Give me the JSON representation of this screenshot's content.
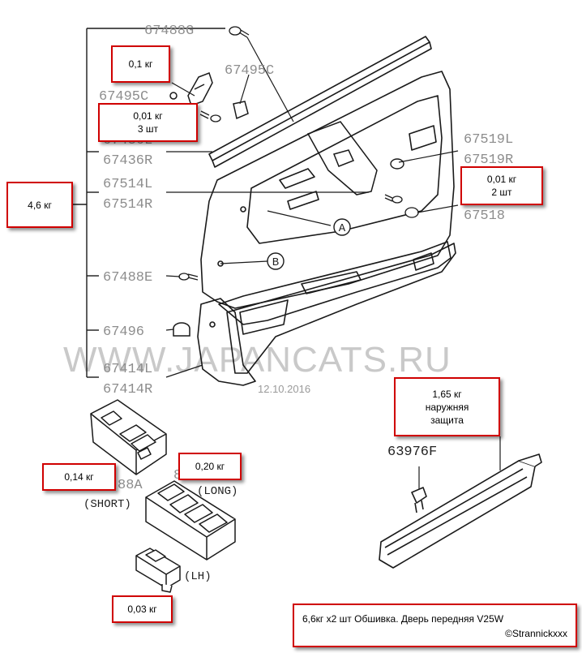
{
  "watermark": "WWW.JAPANCATS.RU",
  "date": "12.10.2016",
  "part_codes": {
    "p67488G": "67488G",
    "p67495C_r": "67495C",
    "p67495C_l": "67495C",
    "p67436L": "67436L",
    "p67436R": "67436R",
    "p67514L": "67514L",
    "p67514R": "67514R",
    "p67519L": "67519L",
    "p67519R": "67519R",
    "p67518": "67518",
    "p67488E": "67488E",
    "p67496": "67496",
    "p67414L": "67414L",
    "p67414R": "67414R",
    "p63976F": "63976F",
    "p8488A": "88A",
    "p8_long": "8"
  },
  "switch_labels": {
    "short": "(SHORT)",
    "long": "(LONG)",
    "lh": "(LH)"
  },
  "callouts": {
    "a": "A",
    "b": "B"
  },
  "weights": {
    "hinge_bracket": "0,1 кг",
    "clips_line1": "0,01 кг",
    "clips_line2": "3 шт",
    "main_panel": "4,6 кг",
    "caps_line1": "0,01 кг",
    "caps_line2": "2 шт",
    "molding_line1": "1,65 кг",
    "molding_line2": "наружняя",
    "molding_line3": "защита",
    "switch_short": "0,14 кг",
    "switch_long": "0,20 кг",
    "switch_lh": "0,03 кг"
  },
  "caption": {
    "line1": "6,6кг х2 шт Обшивка. Дверь   передняя V25W",
    "line2": "©Strannickxxx"
  },
  "colors": {
    "accent_box_border": "#d00000",
    "part_code_gray": "#8d8d8d",
    "line_art": "#1a1a1a"
  }
}
